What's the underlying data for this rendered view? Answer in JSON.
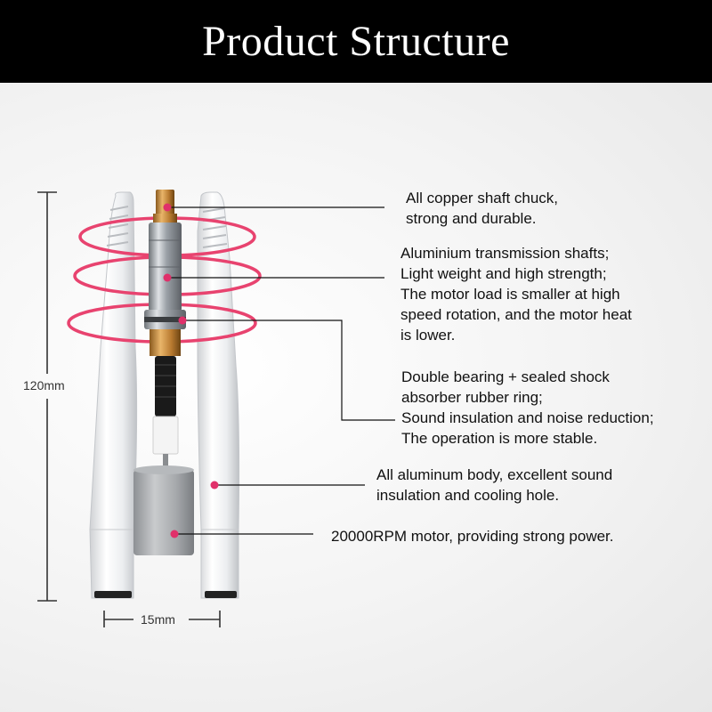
{
  "title": "Product Structure",
  "dimensions": {
    "height": "120mm",
    "width": "15mm"
  },
  "callouts": [
    {
      "lines": [
        "All copper shaft chuck,",
        "strong and durable."
      ]
    },
    {
      "lines": [
        "Aluminium transmission shafts;",
        "Light weight and high strength;",
        "The motor load is smaller at high",
        "speed rotation, and the motor heat",
        "is lower."
      ]
    },
    {
      "lines": [
        "Double bearing + sealed shock",
        "absorber rubber ring;",
        "Sound insulation and noise reduction;",
        "The operation is more stable."
      ]
    },
    {
      "lines": [
        "All aluminum body, excellent sound",
        "insulation and cooling hole."
      ]
    },
    {
      "lines": [
        "20000RPM motor, providing strong power."
      ]
    }
  ],
  "colors": {
    "header_bg": "#000000",
    "ring": "#e8436f",
    "marker": "#e0306a",
    "leader": "#111111"
  }
}
